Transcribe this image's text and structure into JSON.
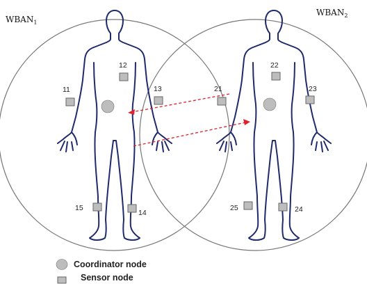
{
  "wban_labels": [
    "WBAN",
    "WBAN"
  ],
  "wban_subscripts": [
    "1",
    "2"
  ],
  "nodes_left": [
    "11",
    "12",
    "13",
    "15",
    "14"
  ],
  "nodes_right": [
    "21",
    "22",
    "23",
    "25",
    "24"
  ],
  "legend": {
    "coordinator": "Coordinator node",
    "sensor": "Sensor node"
  },
  "colors": {
    "body_outline": "#1f2a6b",
    "node_fill": "#bdbdbd",
    "link": "#e0202a",
    "range_circle": "#777777"
  }
}
